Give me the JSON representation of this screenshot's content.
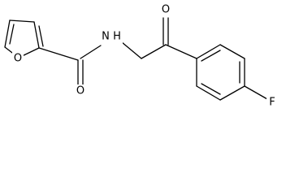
{
  "molecule": {
    "atoms": {
      "furan_oxygen": "O",
      "carbonyl_oxygen_amide": "O",
      "amide_nitrogen": "N",
      "amide_hydrogen": "H",
      "ketone_oxygen": "O",
      "fluorine": "F"
    }
  }
}
